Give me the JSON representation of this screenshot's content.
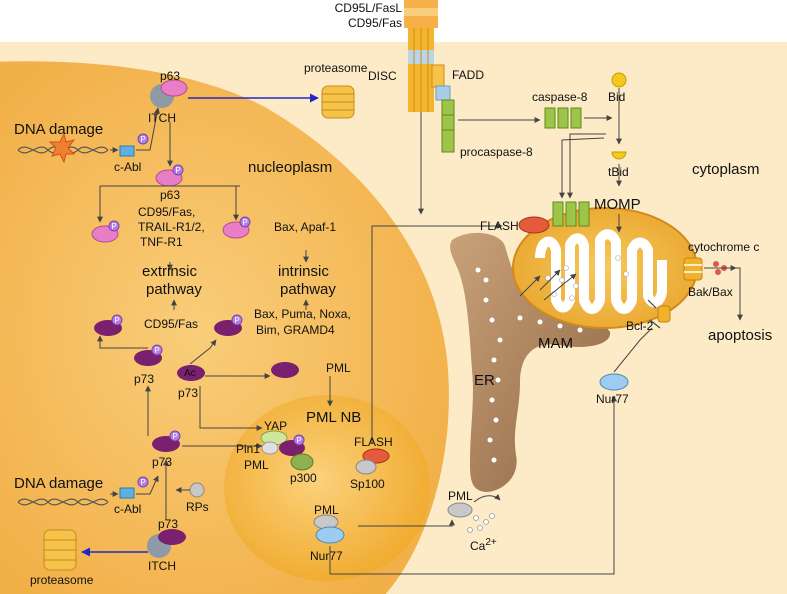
{
  "labels": {
    "ligand": "CD95L/FasL",
    "receptor": "CD95/Fas",
    "disc": "DISC",
    "fadd": "FADD",
    "procaspase8": "procaspase-8",
    "caspase8": "caspase-8",
    "bid": "Bid",
    "tbid": "tBid",
    "cytoplasm": "cytoplasm",
    "momp": "MOMP",
    "flash_cyto": "FLASH",
    "cytochrome": "cytochrome c",
    "bakbax": "Bak/Bax",
    "bcl2": "Bcl-2",
    "apoptosis": "apoptosis",
    "mam": "MAM",
    "er": "ER",
    "nur77_cyto": "Nur77",
    "pml_cyto": "PML",
    "ca": "Ca",
    "ca_sup": "2+",
    "proteasome_top": "proteasome",
    "p63_top": "p63",
    "itch_top": "ITCH",
    "dna_damage_top": "DNA damage",
    "cabl_top": "c-Abl",
    "nucleoplasm": "nucleoplasm",
    "p63_mid": "p63",
    "targets_extrinsic_1": "CD95/Fas,",
    "targets_extrinsic_2": "TRAIL-R1/2,",
    "targets_extrinsic_3": "TNF-R1",
    "targets_intrinsic": "Bax,  Apaf-1",
    "extrinsic_1": "extrinsic",
    "extrinsic_2": "pathway",
    "intrinsic_1": "intrinsic",
    "intrinsic_2": "pathway",
    "p73_cd95": "CD95/Fas",
    "bh3_1": "Bax, Puma, Noxa,",
    "bh3_2": "Bim, GRAMD4",
    "pml_target": "PML",
    "p73_a": "p73",
    "p73_b": "p73",
    "ac": "Ac",
    "pmlnb": "PML NB",
    "yap": "YAP",
    "pin1": "Pin1",
    "pml_nb": "PML",
    "p300": "p300",
    "flash_nb": "FLASH",
    "sp100": "Sp100",
    "p73_c": "p73",
    "dna_damage_bottom": "DNA damage",
    "cabl_bottom": "c-Abl",
    "rps": "RPs",
    "p73_d": "p73",
    "itch_bottom": "ITCH",
    "proteasome_bottom": "proteasome",
    "pml_nb2": "PML",
    "nur77_nb": "Nur77",
    "p": "P"
  },
  "colors": {
    "cell_bg": "#fdebc8",
    "nucleus": "#f7c15f",
    "pml_nb": "#f6b83c",
    "er": "#b38b64",
    "mito": "#f3b744",
    "arrow_blue": "#2427c8",
    "p63": "#e87fc6",
    "p73": "#7b1f6f",
    "caspase": "#8dbf3a"
  }
}
